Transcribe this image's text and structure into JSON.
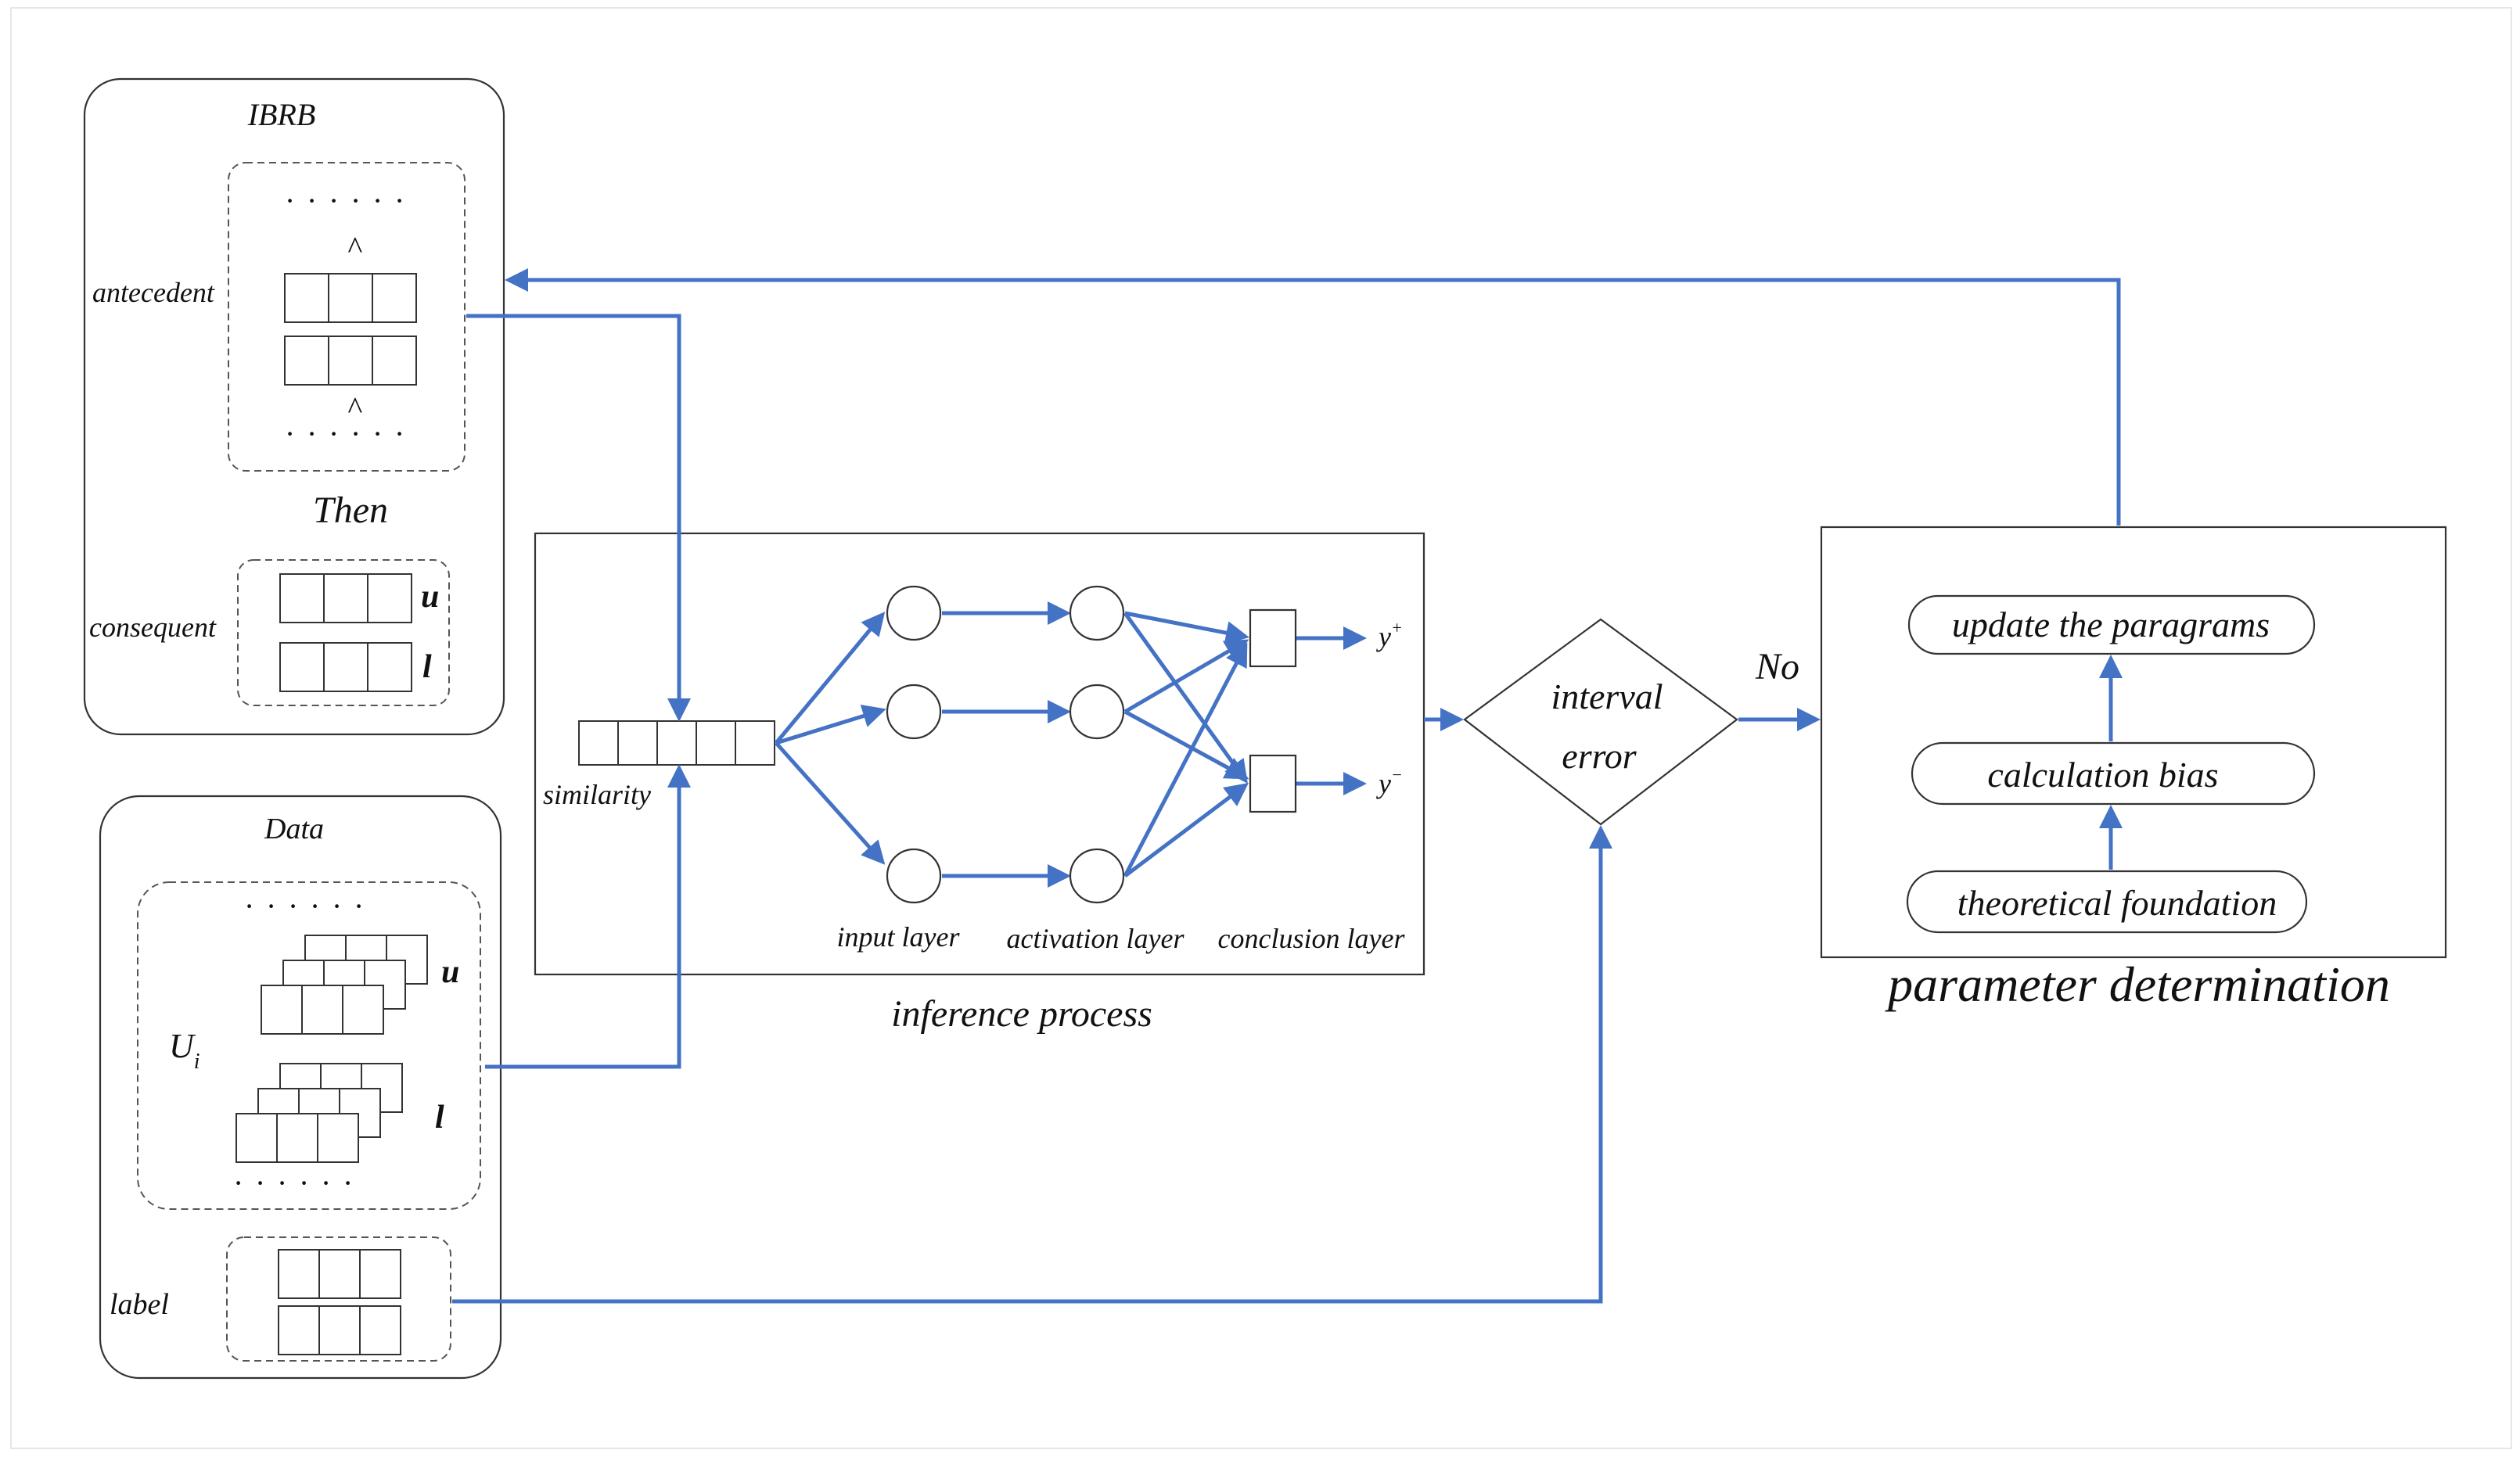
{
  "ibrb": {
    "title": "IBRB",
    "antecedent_label": "antecedent",
    "then_label": "Then",
    "consequent_label": "consequent",
    "consequent_upper": "u",
    "consequent_lower": "l",
    "dots": "· · · · · ·",
    "and_symbol": "^"
  },
  "data_panel": {
    "title": "Data",
    "ui_label": "U",
    "ui_subscript": "i",
    "upper": "u",
    "lower": "l",
    "dots": "· · · · · ·",
    "label_text": "label"
  },
  "inference": {
    "similarity_label": "similarity",
    "input_layer": "input layer",
    "activation_layer": "activation layer",
    "conclusion_layer": "conclusion layer",
    "output_upper": "y",
    "output_upper_sup": "+",
    "output_lower": "y",
    "output_lower_sup": "−",
    "caption": "inference process"
  },
  "decision": {
    "line1": "interval",
    "line2": "error",
    "no_label": "No"
  },
  "parameter": {
    "update": "update the paragrams",
    "bias": "calculation bias",
    "foundation": "theoretical foundation",
    "caption": "parameter determination"
  },
  "colors": {
    "arrow": "#4472C4",
    "stroke": "#333333"
  }
}
